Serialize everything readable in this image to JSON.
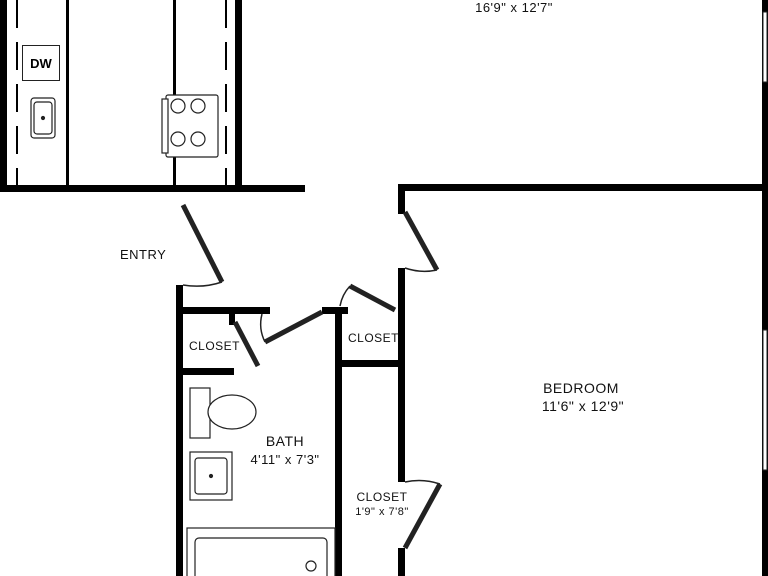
{
  "rooms": {
    "living": {
      "dimensions": "16'9\" x 12'7\""
    },
    "entry": {
      "label": "ENTRY"
    },
    "bedroom": {
      "label": "BEDROOM",
      "dimensions": "11'6\" x 12'9\""
    },
    "bath": {
      "label": "BATH",
      "dimensions": "4'11\" x 7'3\""
    },
    "closet_bath": {
      "label": "CLOSET"
    },
    "closet_hall": {
      "label": "CLOSET"
    },
    "closet_bedroom": {
      "label": "CLOSET",
      "dimensions": "1'9\" x 7'8\""
    }
  },
  "fixtures": {
    "dishwasher": "DW"
  },
  "colors": {
    "wall": "#000000",
    "line": "#222222",
    "background": "#ffffff"
  }
}
